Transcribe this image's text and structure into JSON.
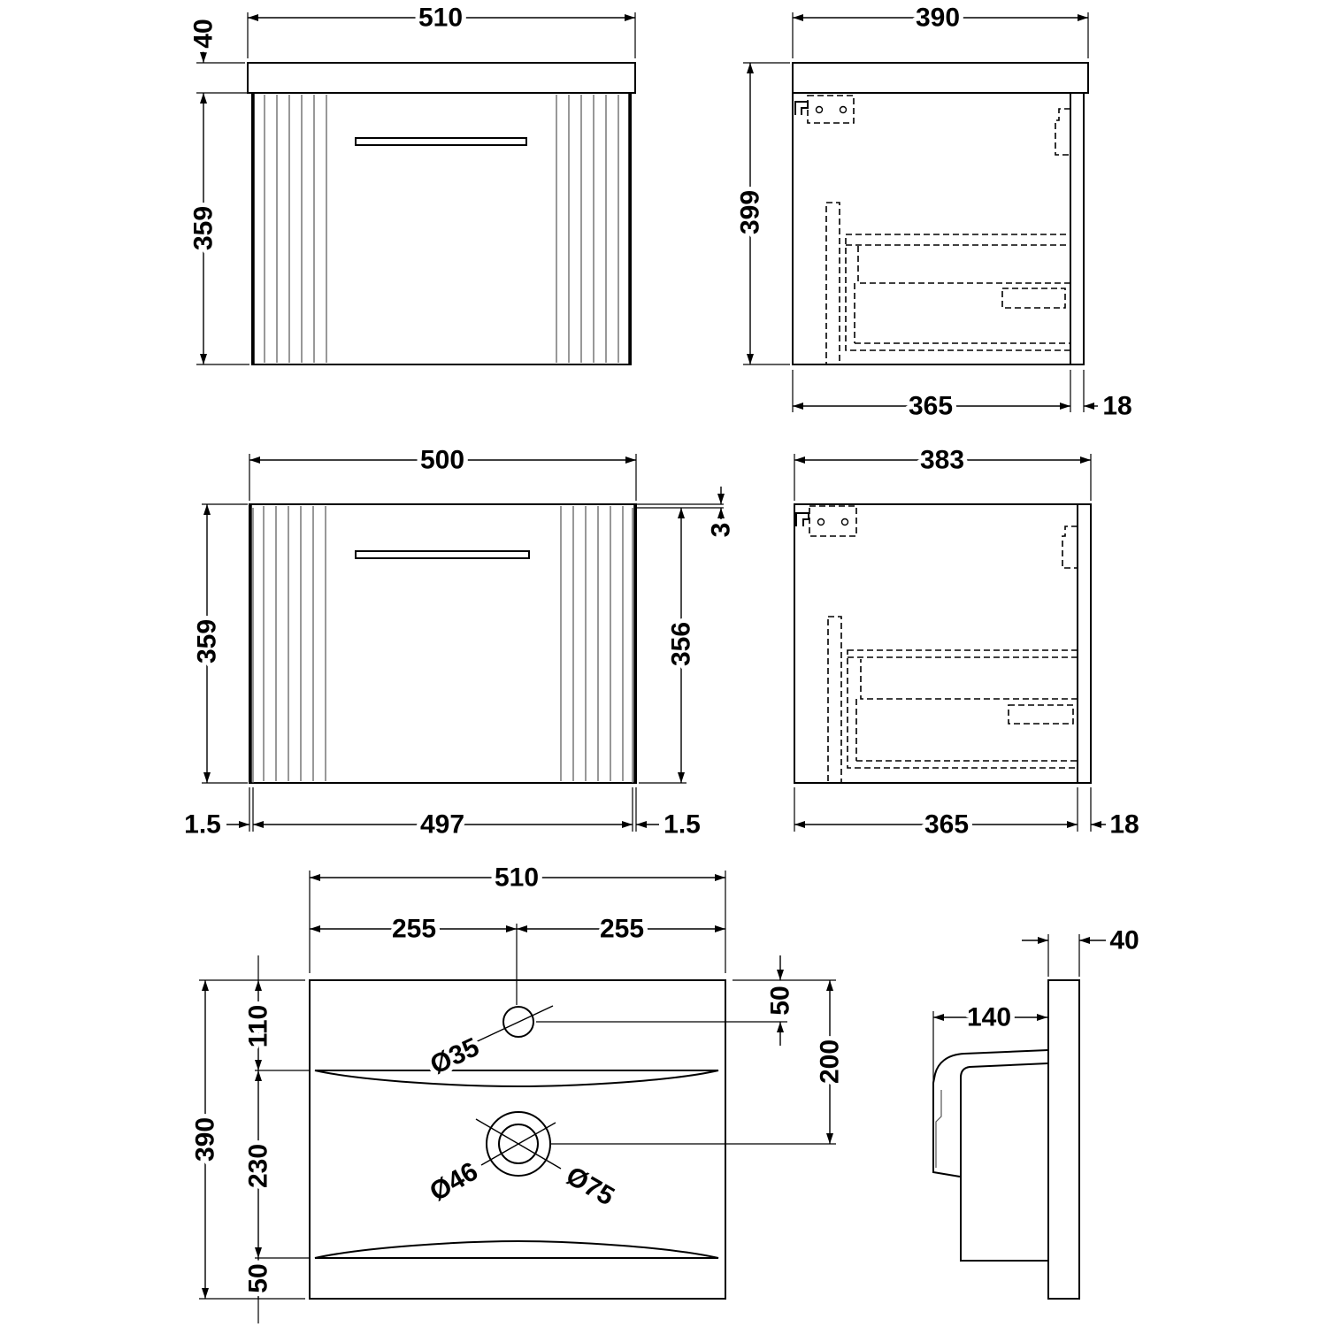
{
  "views": {
    "front_with_basin": {
      "overall_width": "510",
      "basin_thickness": "40",
      "cabinet_height": "359"
    },
    "side_with_basin": {
      "overall_depth": "390",
      "overall_height": "399",
      "carcass_depth": "365",
      "door_thickness": "18"
    },
    "front_cabinet": {
      "cabinet_width": "500",
      "top_gap": "3",
      "cabinet_height": "359",
      "door_height": "356",
      "left_gap": "1.5",
      "door_width": "497",
      "right_gap": "1.5"
    },
    "side_cabinet": {
      "cabinet_depth": "383",
      "carcass_depth": "365",
      "door_thickness": "18"
    },
    "basin_plan": {
      "width": "510",
      "left_to_center": "255",
      "right_to_center": "255",
      "tap_hole_from_back": "50",
      "waste_from_back": "200",
      "depth": "390",
      "back_ledge": "110",
      "bowl_length": "230",
      "front_ledge": "50",
      "tap_hole_diameter": "Ø35",
      "waste_inner_diameter": "Ø46",
      "waste_outer_diameter": "Ø75"
    },
    "basin_section": {
      "thickness": "40",
      "bowl_depth": "140"
    }
  }
}
